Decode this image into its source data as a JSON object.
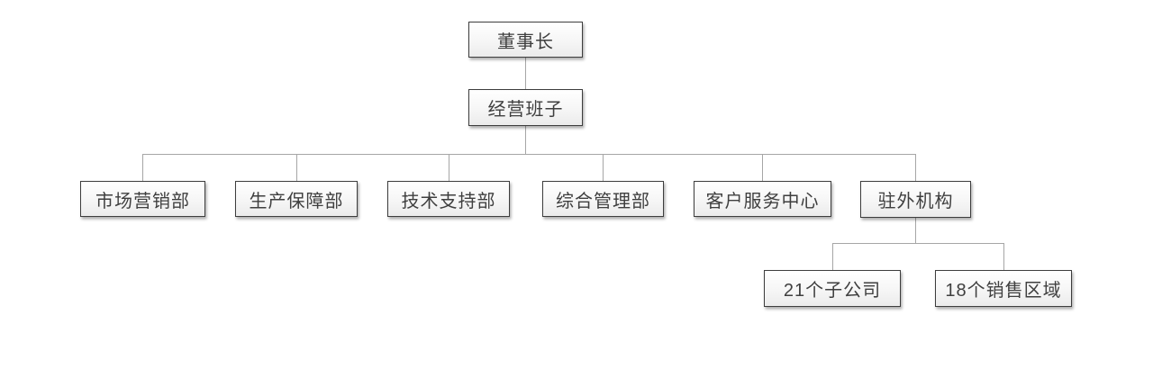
{
  "org_chart": {
    "root": {
      "label": "董事长"
    },
    "executive": {
      "label": "经营班子"
    },
    "departments": [
      {
        "label": "市场营销部"
      },
      {
        "label": "生产保障部"
      },
      {
        "label": "技术支持部"
      },
      {
        "label": "综合管理部"
      },
      {
        "label": "客户服务中心"
      },
      {
        "label": "驻外机构"
      }
    ],
    "field_office_units": [
      {
        "label": "21个子公司"
      },
      {
        "label": "18个销售区域"
      }
    ]
  },
  "colors": {
    "box_border": "#3d3d3d",
    "box_fill_top": "#ffffff",
    "box_fill_bottom": "#ebebeb",
    "connector_line": "#a6a6a6",
    "label_text": "#3f3f3f",
    "page_background": "#ffffff"
  }
}
